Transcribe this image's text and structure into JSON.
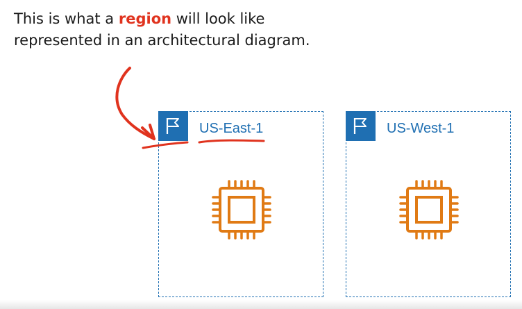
{
  "caption": {
    "pre": "This is what a ",
    "highlight": "region",
    "post": " will look like",
    "line2": "represented in an architectural diagram."
  },
  "regions": [
    {
      "label": "US-East-1",
      "icon": "flag-icon",
      "content_icon": "ec2-instance-chip-icon"
    },
    {
      "label": "US-West-1",
      "icon": "flag-icon",
      "content_icon": "ec2-instance-chip-icon"
    }
  ],
  "colors": {
    "region_border": "#1f6fb2",
    "flag_background": "#1f6fb2",
    "chip": "#e07a14",
    "highlight": "#e0331e",
    "annotation": "#e0331e"
  }
}
